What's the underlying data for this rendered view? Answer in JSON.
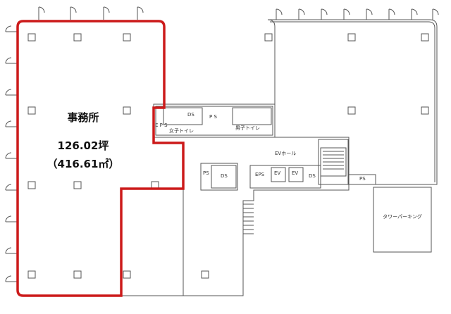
{
  "office": {
    "name": "事務所",
    "area_tsubo": "126.02坪",
    "area_m2": "（416.61㎡）",
    "highlight_color": "#cc1a1a"
  },
  "rooms": {
    "ds_top": "DS",
    "ps_top": "P S",
    "eps_left": "E P S",
    "womens_toilet": "女子トイレ",
    "mens_toilet": "男子トイレ",
    "ev_hall": "EVホール",
    "ps_mid": "PS",
    "ds_mid": "DS",
    "eps_mid": "EPS",
    "ev1": "EV",
    "ev2": "EV",
    "ds_right": "DS",
    "ps_right": "PS",
    "tower_parking": "タワーパーキング"
  }
}
